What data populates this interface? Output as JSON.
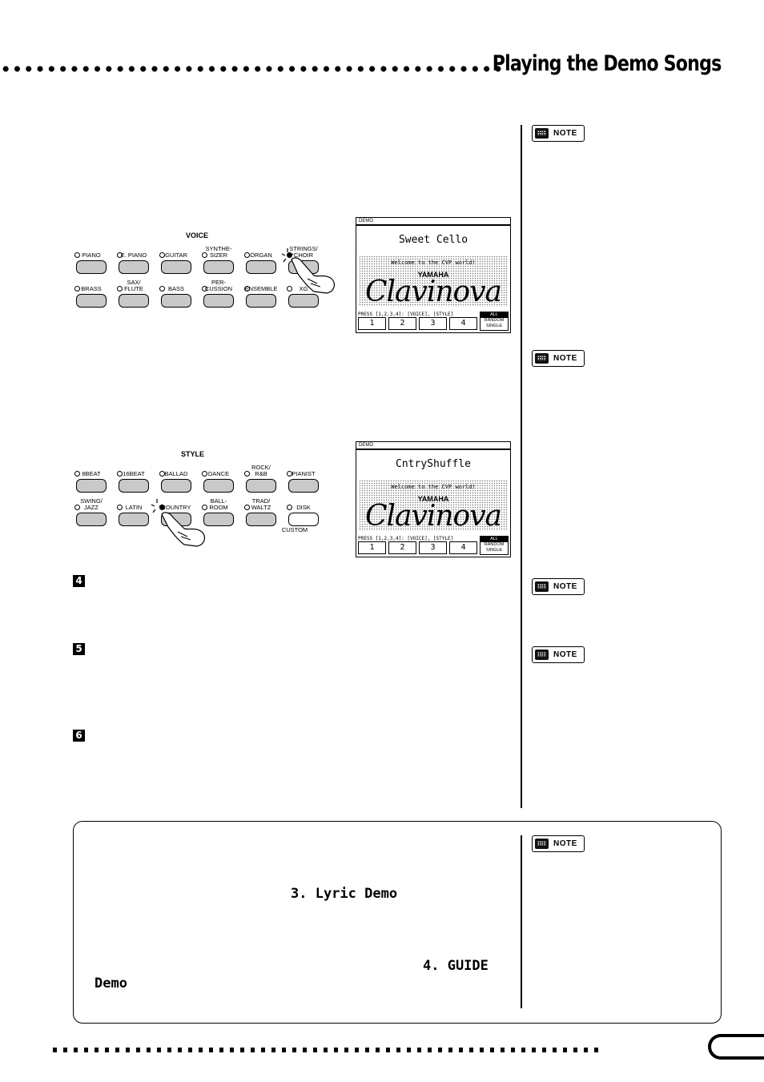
{
  "header": {
    "title": "Playing the Demo Songs"
  },
  "note_label": "NOTE",
  "voice_panel": {
    "title": "VOICE",
    "row1": [
      "PIANO",
      "E. PIANO",
      "GUITAR",
      "SYNTHE-\nSIZER",
      "ORGAN",
      "STRINGS/\nCHOIR"
    ],
    "row2": [
      "BRASS",
      "SAX/\nFLUTE",
      "BASS",
      "PER-\nCUSSION",
      "ENSEMBLE",
      "XG"
    ]
  },
  "style_panel": {
    "title": "STYLE",
    "row1": [
      "8BEAT",
      "16BEAT",
      "BALLAD",
      "DANCE",
      "ROCK/\nR&B",
      "PIANIST"
    ],
    "row2": [
      "SWING/\nJAZZ",
      "LATIN",
      "COUNTRY",
      "BALL-\nROOM",
      "TRAD/\nWALTZ",
      "DISK"
    ],
    "custom": "CUSTOM"
  },
  "lcd1": {
    "header": "DEMO",
    "song": "Sweet Cello",
    "welcome": "Welcome to the CVP world!",
    "brand": "YAMAHA",
    "logo": "Clavinova",
    "press": "PRESS [1,2,3,4]: [VOICE], [STYLE]",
    "nums": [
      "1",
      "2",
      "3",
      "4"
    ],
    "mode_all": "ALL",
    "mode_random": "RANDOM",
    "mode_single": "SINGLE"
  },
  "lcd2": {
    "header": "DEMO",
    "song": "CntryShuffle",
    "welcome": "Welcome to the CVP world!",
    "brand": "YAMAHA",
    "logo": "Clavinova",
    "press": "PRESS [1,2,3,4]: [VOICE], [STYLE]",
    "nums": [
      "1",
      "2",
      "3",
      "4"
    ],
    "mode_all": "ALL",
    "mode_random": "RANDOM",
    "mode_single": "SINGLE"
  },
  "steps": [
    "4",
    "5",
    "6"
  ],
  "box": {
    "lyric_demo": "3. Lyric Demo",
    "guide_demo_1": "4. GUIDE",
    "guide_demo_2": "Demo"
  }
}
